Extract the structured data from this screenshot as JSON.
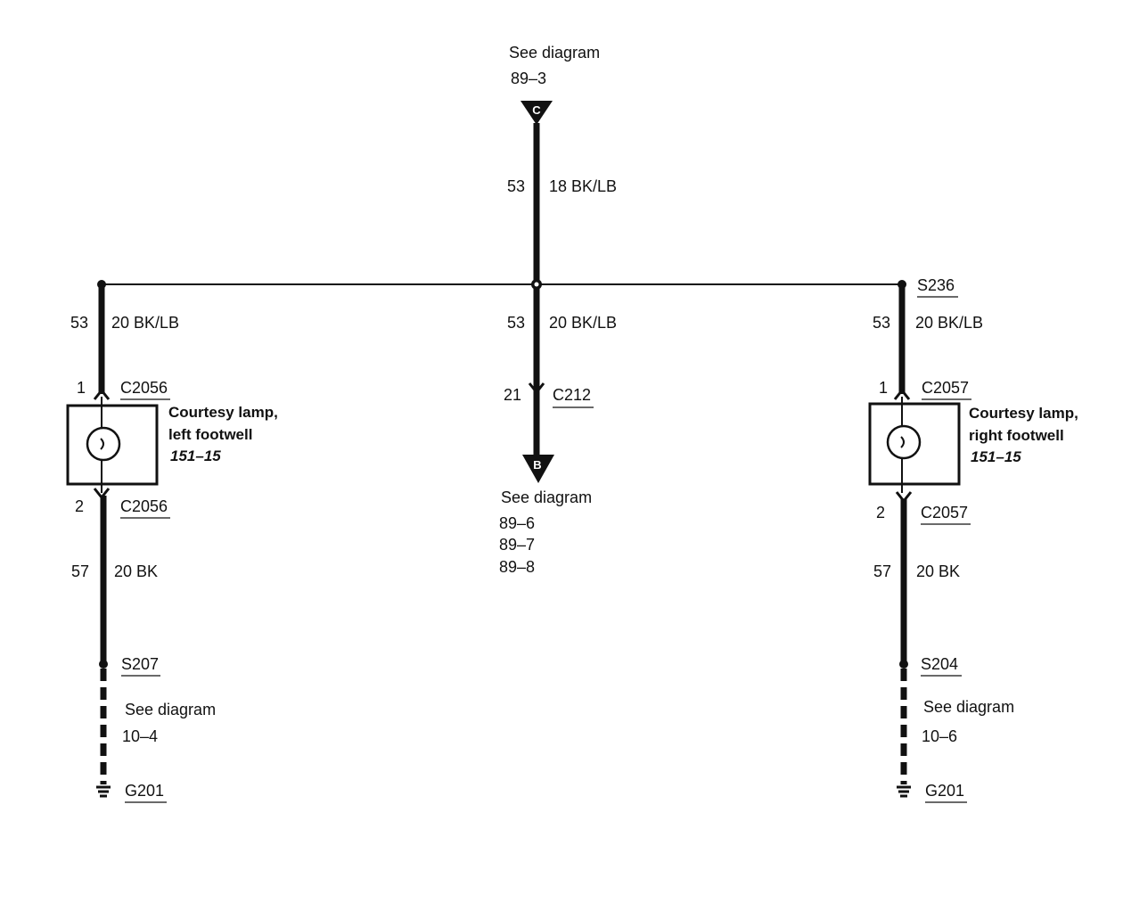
{
  "top_ref": {
    "see": "See diagram",
    "page": "89–3",
    "marker": "C"
  },
  "top_wire": {
    "circuit": "53",
    "gauge": "18 BK/LB"
  },
  "splice": {
    "id": "S236"
  },
  "branch_left": {
    "circuit": "53",
    "gauge": "20 BK/LB"
  },
  "branch_center": {
    "circuit": "53",
    "gauge": "20 BK/LB"
  },
  "branch_right": {
    "circuit": "53",
    "gauge": "20 BK/LB"
  },
  "center_connector": {
    "pin": "21",
    "id": "C212"
  },
  "center_ref": {
    "marker": "B",
    "see": "See diagram",
    "pages": [
      "89–6",
      "89–7",
      "89–8"
    ]
  },
  "left_lamp": {
    "pin_in": "1",
    "connector_in": "C2056",
    "name_line1": "Courtesy lamp,",
    "name_line2": "left footwell",
    "ref": "151–15",
    "pin_out": "2",
    "connector_out": "C2056",
    "ground_circuit": "57",
    "ground_gauge": "20 BK",
    "splice": "S207",
    "see": "See diagram",
    "page": "10–4",
    "ground": "G201"
  },
  "right_lamp": {
    "pin_in": "1",
    "connector_in": "C2057",
    "name_line1": "Courtesy lamp,",
    "name_line2": "right footwell",
    "ref": "151–15",
    "pin_out": "2",
    "connector_out": "C2057",
    "ground_circuit": "57",
    "ground_gauge": "20 BK",
    "splice": "S204",
    "see": "See diagram",
    "page": "10–6",
    "ground": "G201"
  }
}
